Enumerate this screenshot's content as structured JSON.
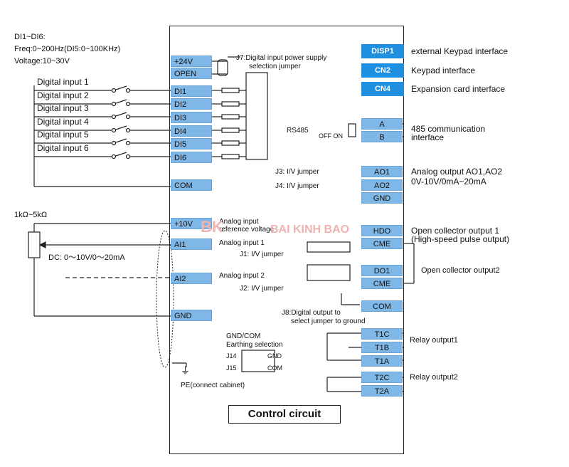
{
  "header": {
    "di_range": "DI1~DI6:",
    "freq": "Freq:0~200Hz(DI5:0~100KHz)",
    "voltage": "Voltage:10~30V"
  },
  "jumpers": {
    "j7": "J7:Digital input power supply",
    "j7b": "selection jumper",
    "rs485": "RS485",
    "off_on": "OFF ON",
    "j3": "J3: I/V jumper",
    "j4": "J4: I/V jumper",
    "j1": "J1:  I/V jumper",
    "j2": "J2:  I/V jumper",
    "j8": "J8:Digital output to",
    "j8b": "select jumper to ground",
    "j14": "J14",
    "j15": "J15",
    "j14v": "GND",
    "j15v": "COM"
  },
  "left_terminals": [
    "+24V",
    "OPEN",
    "DI1",
    "DI2",
    "DI3",
    "DI4",
    "DI5",
    "DI6",
    "COM",
    "+10V",
    "AI1",
    "AI2",
    "GND"
  ],
  "digital_inputs": [
    "Digital input 1",
    "Digital input 2",
    "Digital input 3",
    "Digital input 4",
    "Digital input 5",
    "Digital input 6"
  ],
  "resistor": "1kΩ~5kΩ",
  "dc_range": "DC: 0～10V/0～20mA",
  "analog": {
    "ref1": "Analog input",
    "ref2": "reference voltage",
    "ai1": "Analog input 1",
    "ai2": "Analog input 2"
  },
  "earthing": {
    "l1": "GND/COM",
    "l2": "Earthing selection",
    "pe": "PE(connect cabinet)"
  },
  "interfaces": [
    {
      "tag": "DISP1",
      "label": "external Keypad  interface"
    },
    {
      "tag": "CN2",
      "label": "Keypad interface"
    },
    {
      "tag": "CN4",
      "label": "Expansion card interface"
    }
  ],
  "right_terminals": [
    "A",
    "B",
    "AO1",
    "AO2",
    "GND",
    "HDO",
    "CME",
    "DO1",
    "CME",
    "COM",
    "T1C",
    "T1B",
    "T1A",
    "T2C",
    "T2A"
  ],
  "right_labels": {
    "rs485_1": "485 communication",
    "rs485_2": "interface",
    "ao1": "Analog output  AO1,AO2",
    "ao2": "0V-10V/0mA~20mA",
    "oc1": "Open collector output 1",
    "oc1b": "(High-speed pulse output)",
    "oc2": "Open collector output2",
    "relay1": "Relay output1",
    "relay2": "Relay output2"
  },
  "title": "Control circuit",
  "watermark": {
    "logo": "BK",
    "name": "BAI KINH BAO"
  },
  "colors": {
    "terminal": "#7fb7e6",
    "interface": "#1f8fe0"
  }
}
